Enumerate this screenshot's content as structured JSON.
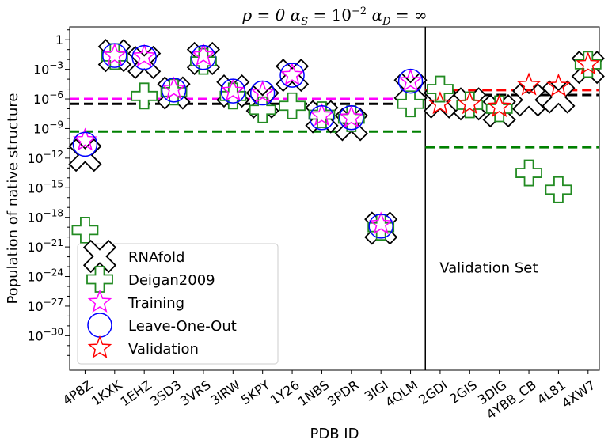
{
  "chart_data": {
    "type": "scatter",
    "title": "p = 0   α_S = 10^{-2}   α_D = ∞",
    "title_parts": {
      "p": "p = 0",
      "as": "α",
      "as_sub": "S",
      "as_val": " = 10",
      "as_exp": "−2",
      "ad": "α",
      "ad_sub": "D",
      "ad_val": " = ∞"
    },
    "xlabel": "PDB ID",
    "ylabel": "Population of native structure",
    "yscale": "log",
    "ylim_exp": [
      -33.5,
      1.3
    ],
    "yticks": [
      {
        "exp": 0,
        "label": "1"
      },
      {
        "exp": -3,
        "label": "10",
        "sup": "−3"
      },
      {
        "exp": -6,
        "label": "10",
        "sup": "−6"
      },
      {
        "exp": -9,
        "label": "10",
        "sup": "−9"
      },
      {
        "exp": -12,
        "label": "10",
        "sup": "−12"
      },
      {
        "exp": -15,
        "label": "10",
        "sup": "−15"
      },
      {
        "exp": -18,
        "label": "10",
        "sup": "−18"
      },
      {
        "exp": -21,
        "label": "10",
        "sup": "−21"
      },
      {
        "exp": -24,
        "label": "10",
        "sup": "−24"
      },
      {
        "exp": -27,
        "label": "10",
        "sup": "−27"
      },
      {
        "exp": -30,
        "label": "10",
        "sup": "−30"
      }
    ],
    "categories": [
      "4P8Z",
      "1KXK",
      "1EHZ",
      "3SD3",
      "3VRS",
      "3IRW",
      "5KPY",
      "1Y26",
      "1NBS",
      "3PDR",
      "3IGI",
      "4QLM",
      "2GDI",
      "2GIS",
      "3DIG",
      "4YBB_CB",
      "4L81",
      "4XW7"
    ],
    "split_index": 12,
    "annotation": "Validation Set",
    "series": [
      {
        "name": "RNAfold",
        "marker": "x",
        "color": "#000000",
        "exp": [
          -11.7,
          -1.6,
          -2.3,
          -5.4,
          -1.9,
          -5.2,
          -6.3,
          -3.6,
          -7.8,
          -8.6,
          -19.1,
          -5.0,
          -6.3,
          -6.5,
          -7.2,
          -6.1,
          -5.8,
          -2.8
        ]
      },
      {
        "name": "Deigan2009",
        "marker": "plus",
        "color": "#228B22",
        "exp": [
          -19.3,
          -1.7,
          -5.7,
          -5.3,
          -2.2,
          -5.7,
          -7.1,
          -6.7,
          -7.6,
          -8.0,
          -19.0,
          -6.5,
          -5.0,
          -6.6,
          -7.0,
          -13.5,
          -15.2,
          -2.5
        ]
      },
      {
        "name": "Training",
        "marker": "star",
        "color": "#ff00ff",
        "exp": [
          -10.2,
          -1.6,
          -1.7,
          -5.0,
          -1.6,
          -5.2,
          -5.4,
          -3.6,
          -7.7,
          -7.9,
          -18.7,
          -4.2,
          null,
          null,
          null,
          null,
          null,
          null
        ]
      },
      {
        "name": "Leave-One-Out",
        "marker": "circle",
        "color": "#0000ff",
        "exp": [
          -10.6,
          -1.6,
          -1.8,
          -5.1,
          -1.8,
          -5.2,
          -5.4,
          -3.6,
          -7.9,
          -7.9,
          -18.9,
          -4.2,
          null,
          null,
          null,
          null,
          null,
          null
        ]
      },
      {
        "name": "Validation",
        "marker": "star",
        "color": "#ff0000",
        "exp": [
          null,
          null,
          null,
          null,
          null,
          null,
          null,
          null,
          null,
          null,
          null,
          null,
          -6.5,
          -6.5,
          -6.8,
          -4.6,
          -4.7,
          -2.5
        ]
      }
    ],
    "hlines": [
      {
        "segment": "training",
        "color": "#0000ff",
        "exp": -6.0
      },
      {
        "segment": "training",
        "color": "#ff00ff",
        "exp": -6.0
      },
      {
        "segment": "training",
        "color": "#000000",
        "exp": -6.5
      },
      {
        "segment": "training",
        "color": "#008000",
        "exp": -9.3
      },
      {
        "segment": "validation",
        "color": "#ff0000",
        "exp": -5.1
      },
      {
        "segment": "validation",
        "color": "#000000",
        "exp": -5.6
      },
      {
        "segment": "validation",
        "color": "#008000",
        "exp": -10.9
      }
    ],
    "legend": {
      "placement": "lower-left",
      "entries": [
        "RNAfold",
        "Deigan2009",
        "Training",
        "Leave-One-Out",
        "Validation"
      ]
    }
  }
}
